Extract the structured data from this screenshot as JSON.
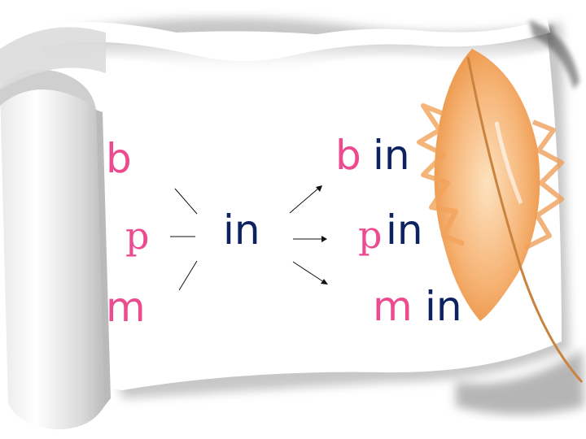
{
  "colors": {
    "initial": "#ec4b8f",
    "final": "#0d2260",
    "arrow": "#111111"
  },
  "initials": [
    "b",
    "p",
    "m"
  ],
  "final": "in",
  "results": [
    {
      "initial": "b",
      "final": "in"
    },
    {
      "initial": "p",
      "final": "in"
    },
    {
      "initial": "m",
      "final": "in"
    }
  ],
  "decorations": [
    "paper-scroll",
    "feather-quill"
  ]
}
